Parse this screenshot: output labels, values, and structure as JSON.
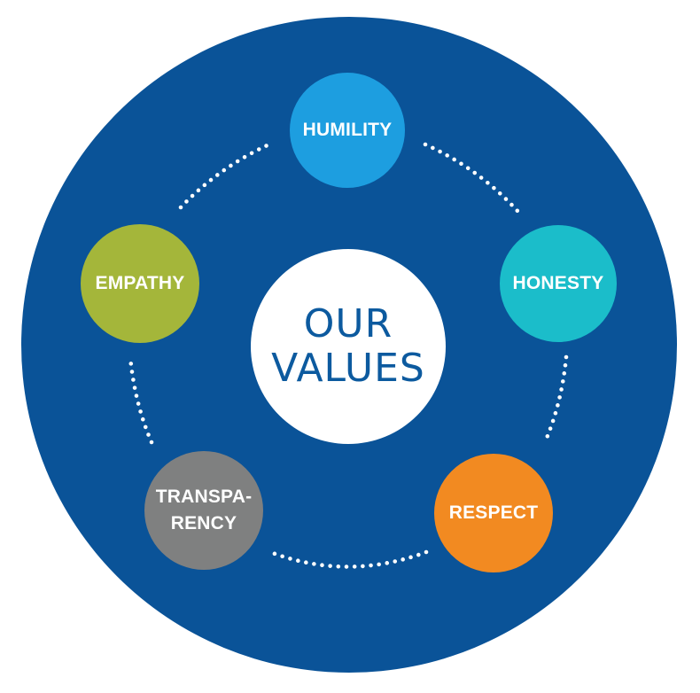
{
  "title": {
    "line1": "OUR",
    "line2": "VALUES"
  },
  "colors": {
    "background": "#ffffff",
    "outer_circle": "#0a5398",
    "center_circle": "#ffffff",
    "center_text": "#0c5a9f",
    "dots": "#ffffff",
    "label_text": "#ffffff"
  },
  "values": [
    {
      "label": "HUMILITY",
      "color": "#1d9ee0",
      "position": "top"
    },
    {
      "label": "HONESTY",
      "color": "#1bbdca",
      "position": "right"
    },
    {
      "label": "RESPECT",
      "color": "#f28a21",
      "position": "bottom-right"
    },
    {
      "label": "TRANSPA-\nRENCY",
      "color": "#7f8080",
      "position": "bottom-left"
    },
    {
      "label": "EMPATHY",
      "color": "#a4b63a",
      "position": "left"
    }
  ],
  "connectors": [
    {
      "from": "EMPATHY",
      "to": "HUMILITY",
      "style": "dotted"
    },
    {
      "from": "HUMILITY",
      "to": "HONESTY",
      "style": "dotted"
    },
    {
      "from": "HONESTY",
      "to": "RESPECT",
      "style": "dotted"
    },
    {
      "from": "RESPECT",
      "to": "TRANSPARENCY",
      "style": "dotted"
    },
    {
      "from": "TRANSPARENCY",
      "to": "EMPATHY",
      "style": "dotted"
    }
  ]
}
